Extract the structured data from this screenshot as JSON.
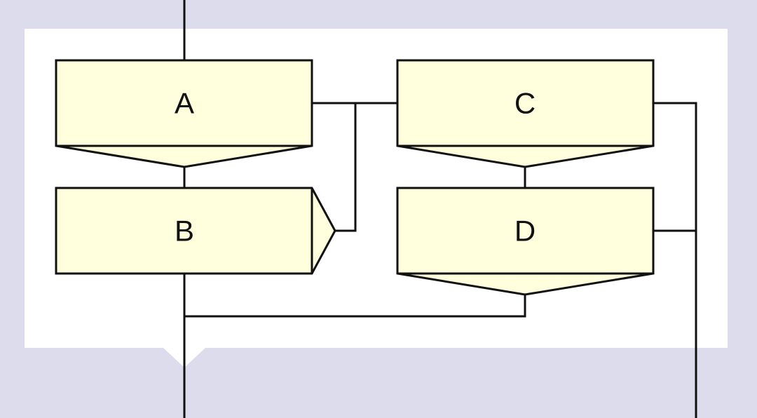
{
  "diagram": {
    "nodes": [
      {
        "id": "A",
        "label": "A"
      },
      {
        "id": "B",
        "label": "B"
      },
      {
        "id": "C",
        "label": "C"
      },
      {
        "id": "D",
        "label": "D"
      }
    ]
  },
  "colors": {
    "background": "#dcdcec",
    "panel": "#ffffff",
    "node_fill": "#ffffdd",
    "stroke": "#111111"
  }
}
